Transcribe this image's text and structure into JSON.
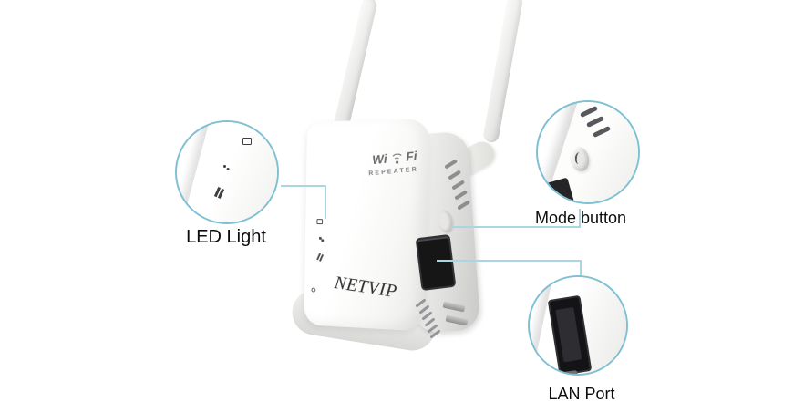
{
  "background_color": "#ffffff",
  "colors": {
    "callout_border": "#7fc0d3",
    "connector_line": "#a9d6e0",
    "label_text": "#0d0d0d",
    "device_body": "#f4f4f2",
    "port_black": "#161616"
  },
  "device": {
    "brand": "NETVIP",
    "front_logo": {
      "left": "Wi",
      "right": "Fi",
      "subtitle": "REPEATER"
    }
  },
  "callouts": [
    {
      "id": "led",
      "label": "LED Light"
    },
    {
      "id": "mode",
      "label": "Mode button"
    },
    {
      "id": "lan",
      "label": "LAN Port"
    }
  ],
  "icons": [
    {
      "name": "wifi-arcs-icon",
      "shape": "two arcs over a dot"
    },
    {
      "name": "led-screen-icon",
      "shape": "small outlined rectangle"
    },
    {
      "name": "led-dots-icon",
      "shape": "two small dots"
    },
    {
      "name": "led-bolt-icon",
      "shape": "two slanted bars"
    },
    {
      "name": "power-icon",
      "shape": "small circle outline"
    },
    {
      "name": "mode-press-icon",
      "shape": "curved press mark"
    }
  ]
}
